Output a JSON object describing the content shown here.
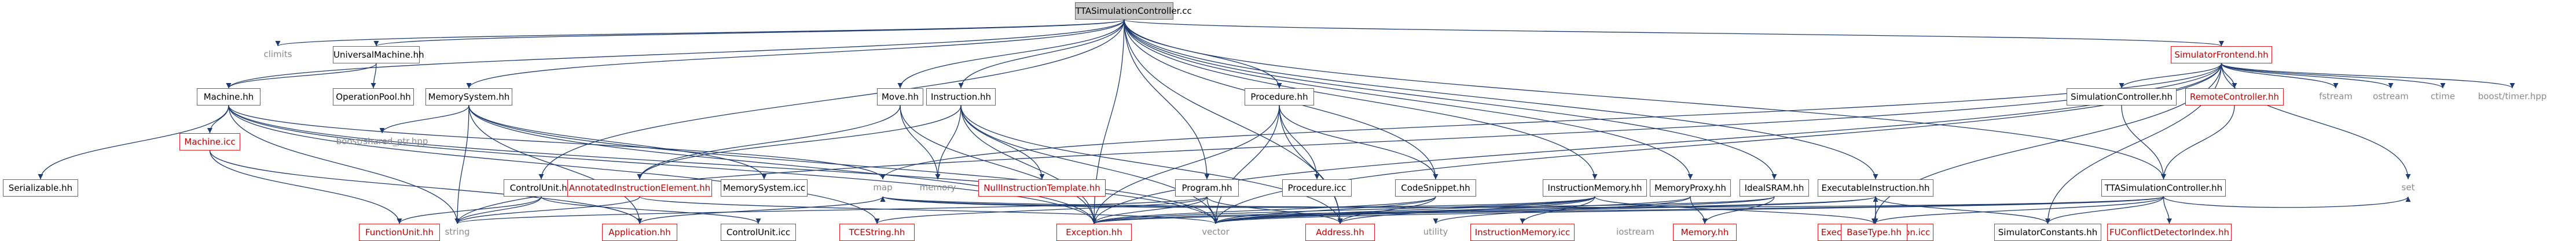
{
  "nodes": [
    {
      "id": "root",
      "label": "TTASimulationController.cc",
      "style": "root"
    },
    {
      "id": "climits",
      "label": "climits",
      "style": "plain"
    },
    {
      "id": "universalmachine",
      "label": "UniversalMachine.hh",
      "style": "boxed"
    },
    {
      "id": "operationpool",
      "label": "OperationPool.hh",
      "style": "boxed"
    },
    {
      "id": "machine",
      "label": "Machine.hh",
      "style": "boxed"
    },
    {
      "id": "serializable",
      "label": "Serializable.hh",
      "style": "boxed"
    },
    {
      "id": "machineicc",
      "label": "Machine.icc",
      "style": "red"
    },
    {
      "id": "memorysystem",
      "label": "MemorySystem.hh",
      "style": "boxed"
    },
    {
      "id": "boostshared",
      "label": "boost/shared_ptr.hpp",
      "style": "plain"
    },
    {
      "id": "controlunit",
      "label": "ControlUnit.hh",
      "style": "boxed"
    },
    {
      "id": "functionunit",
      "label": "FunctionUnit.hh",
      "style": "red"
    },
    {
      "id": "move",
      "label": "Move.hh",
      "style": "boxed"
    },
    {
      "id": "annotated",
      "label": "AnnotatedInstructionElement.hh",
      "style": "red"
    },
    {
      "id": "memorysystemicc",
      "label": "MemorySystem.icc",
      "style": "boxed"
    },
    {
      "id": "application",
      "label": "Application.hh",
      "style": "red"
    },
    {
      "id": "controlunitcc",
      "label": "ControlUnit.icc",
      "style": "boxed"
    },
    {
      "id": "instruction",
      "label": "Instruction.hh",
      "style": "boxed"
    },
    {
      "id": "memory",
      "label": "memory",
      "style": "plain"
    },
    {
      "id": "nullinstr",
      "label": "NullInstructionTemplate.hh",
      "style": "red"
    },
    {
      "id": "tcestring",
      "label": "TCEString.hh",
      "style": "red"
    },
    {
      "id": "program",
      "label": "Program.hh",
      "style": "boxed"
    },
    {
      "id": "exception",
      "label": "Exception.hh",
      "style": "red"
    },
    {
      "id": "procedure",
      "label": "Procedure.hh",
      "style": "boxed"
    },
    {
      "id": "procedureicc",
      "label": "Procedure.icc",
      "style": "boxed"
    },
    {
      "id": "codesnippet",
      "label": "CodeSnippet.hh",
      "style": "boxed"
    },
    {
      "id": "address",
      "label": "Address.hh",
      "style": "red"
    },
    {
      "id": "instrmemory",
      "label": "InstructionMemory.hh",
      "style": "boxed"
    },
    {
      "id": "instrmemicc",
      "label": "InstructionMemory.icc",
      "style": "red"
    },
    {
      "id": "utility",
      "label": "utility",
      "style": "plain"
    },
    {
      "id": "memoryproxy",
      "label": "MemoryProxy.hh",
      "style": "boxed"
    },
    {
      "id": "memoryhh",
      "label": "Memory.hh",
      "style": "red"
    },
    {
      "id": "idealsram",
      "label": "IdealSRAM.hh",
      "style": "boxed"
    },
    {
      "id": "execinstr",
      "label": "ExecutableInstruction.hh",
      "style": "boxed"
    },
    {
      "id": "execinstricc",
      "label": "ExecutableInstruction.icc",
      "style": "red"
    },
    {
      "id": "simfrontend",
      "label": "SimulatorFrontend.hh",
      "style": "red"
    },
    {
      "id": "simcontroller",
      "label": "SimulationController.hh",
      "style": "boxed"
    },
    {
      "id": "remotecontroller",
      "label": "RemoteController.hh",
      "style": "red"
    },
    {
      "id": "ttasimcontroller",
      "label": "TTASimulationController.hh",
      "style": "boxed"
    },
    {
      "id": "fuconflict",
      "label": "FUConflictDetectorIndex.hh",
      "style": "red"
    },
    {
      "id": "simconstants",
      "label": "SimulatorConstants.hh",
      "style": "boxed"
    },
    {
      "id": "basetype",
      "label": "BaseType.hh",
      "style": "red"
    },
    {
      "id": "fstream",
      "label": "fstream",
      "style": "plain"
    },
    {
      "id": "ostream",
      "label": "ostream",
      "style": "plain"
    },
    {
      "id": "ctime",
      "label": "ctime",
      "style": "plain"
    },
    {
      "id": "boosttimer",
      "label": "boost/timer.hpp",
      "style": "plain"
    },
    {
      "id": "set",
      "label": "set",
      "style": "plain"
    },
    {
      "id": "string",
      "label": "string",
      "style": "plain"
    },
    {
      "id": "map",
      "label": "map",
      "style": "plain"
    },
    {
      "id": "vector",
      "label": "vector",
      "style": "plain"
    },
    {
      "id": "iostream",
      "label": "iostream",
      "style": "plain"
    }
  ],
  "edges": [
    [
      "root",
      "climits"
    ],
    [
      "root",
      "universalmachine"
    ],
    [
      "root",
      "machine"
    ],
    [
      "root",
      "memorysystem"
    ],
    [
      "root",
      "controlunit"
    ],
    [
      "root",
      "move"
    ],
    [
      "root",
      "instruction"
    ],
    [
      "root",
      "program"
    ],
    [
      "root",
      "procedure"
    ],
    [
      "root",
      "codesnippet"
    ],
    [
      "root",
      "instrmemory"
    ],
    [
      "root",
      "memoryproxy"
    ],
    [
      "root",
      "idealsram"
    ],
    [
      "root",
      "execinstr"
    ],
    [
      "root",
      "simfrontend"
    ],
    [
      "root",
      "ttasimcontroller"
    ],
    [
      "root",
      "address"
    ],
    [
      "root",
      "exception"
    ],
    [
      "universalmachine",
      "operationpool"
    ],
    [
      "universalmachine",
      "machine"
    ],
    [
      "machine",
      "serializable"
    ],
    [
      "machine",
      "machineicc"
    ],
    [
      "machine",
      "string"
    ],
    [
      "machine",
      "vector"
    ],
    [
      "machine",
      "exception"
    ],
    [
      "machine",
      "tcestring"
    ],
    [
      "machine",
      "map"
    ],
    [
      "machineicc",
      "application"
    ],
    [
      "machineicc",
      "functionunit"
    ],
    [
      "memorysystem",
      "boostshared"
    ],
    [
      "memorysystem",
      "memorysystemicc"
    ],
    [
      "memorysystem",
      "exception"
    ],
    [
      "memorysystem",
      "vector"
    ],
    [
      "memorysystem",
      "string"
    ],
    [
      "memorysystem",
      "application"
    ],
    [
      "controlunit",
      "functionunit"
    ],
    [
      "controlunit",
      "controlunitcc"
    ],
    [
      "controlunit",
      "string"
    ],
    [
      "functionunit",
      "string"
    ],
    [
      "functionunit",
      "vector"
    ],
    [
      "move",
      "annotated"
    ],
    [
      "move",
      "memory"
    ],
    [
      "move",
      "exception"
    ],
    [
      "annotated",
      "string"
    ],
    [
      "annotated",
      "vector"
    ],
    [
      "application",
      "string"
    ],
    [
      "application",
      "vector"
    ],
    [
      "application",
      "map"
    ],
    [
      "application",
      "exception"
    ],
    [
      "instruction",
      "nullinstr"
    ],
    [
      "instruction",
      "memory"
    ],
    [
      "instruction",
      "exception"
    ],
    [
      "instruction",
      "annotated"
    ],
    [
      "instruction",
      "address"
    ],
    [
      "instruction",
      "vector"
    ],
    [
      "program",
      "exception"
    ],
    [
      "program",
      "address"
    ],
    [
      "program",
      "vector"
    ],
    [
      "program",
      "tcestring"
    ],
    [
      "program",
      "string"
    ],
    [
      "procedure",
      "procedureicc"
    ],
    [
      "procedure",
      "codesnippet"
    ],
    [
      "procedure",
      "address"
    ],
    [
      "procedure",
      "exception"
    ],
    [
      "procedure",
      "vector"
    ],
    [
      "codesnippet",
      "exception"
    ],
    [
      "codesnippet",
      "vector"
    ],
    [
      "codesnippet",
      "address"
    ],
    [
      "instrmemory",
      "instrmemicc"
    ],
    [
      "instrmemory",
      "vector"
    ],
    [
      "instrmemory",
      "basetype"
    ],
    [
      "instrmemory",
      "address"
    ],
    [
      "instrmemory",
      "exception"
    ],
    [
      "instrmemory",
      "map"
    ],
    [
      "memoryproxy",
      "memoryhh"
    ],
    [
      "memoryproxy",
      "utility"
    ],
    [
      "memoryproxy",
      "vector"
    ],
    [
      "idealsram",
      "memoryhh"
    ],
    [
      "idealsram",
      "vector"
    ],
    [
      "idealsram",
      "map"
    ],
    [
      "memoryhh",
      "basetype"
    ],
    [
      "memoryhh",
      "exception"
    ],
    [
      "execinstr",
      "execinstricc"
    ],
    [
      "execinstr",
      "simconstants"
    ],
    [
      "execinstr",
      "vector"
    ],
    [
      "execinstr",
      "exception"
    ],
    [
      "execinstricc",
      "execinstr"
    ],
    [
      "tcestring",
      "string"
    ],
    [
      "tcestring",
      "vector"
    ],
    [
      "exception",
      "string"
    ],
    [
      "simfrontend",
      "simcontroller"
    ],
    [
      "simfrontend",
      "remotecontroller"
    ],
    [
      "simfrontend",
      "fstream"
    ],
    [
      "simfrontend",
      "ostream"
    ],
    [
      "simfrontend",
      "ctime"
    ],
    [
      "simfrontend",
      "boosttimer"
    ],
    [
      "simfrontend",
      "set"
    ],
    [
      "simfrontend",
      "vector"
    ],
    [
      "simfrontend",
      "map"
    ],
    [
      "simfrontend",
      "basetype"
    ],
    [
      "simfrontend",
      "exception"
    ],
    [
      "simfrontend",
      "simconstants"
    ],
    [
      "simfrontend",
      "string"
    ],
    [
      "simcontroller",
      "ttasimcontroller"
    ],
    [
      "remotecontroller",
      "ttasimcontroller"
    ],
    [
      "ttasimcontroller",
      "fuconflict"
    ],
    [
      "ttasimcontroller",
      "simconstants"
    ],
    [
      "ttasimcontroller",
      "set"
    ],
    [
      "ttasimcontroller",
      "exception"
    ],
    [
      "ttasimcontroller",
      "vector"
    ],
    [
      "ttasimcontroller",
      "basetype"
    ],
    [
      "ttasimcontroller",
      "map"
    ],
    [
      "fuconflict",
      "iostream"
    ],
    [
      "fuconflict",
      "vector"
    ],
    [
      "simconstants",
      "basetype"
    ],
    [
      "address",
      "string"
    ],
    [
      "address",
      "vector"
    ]
  ]
}
